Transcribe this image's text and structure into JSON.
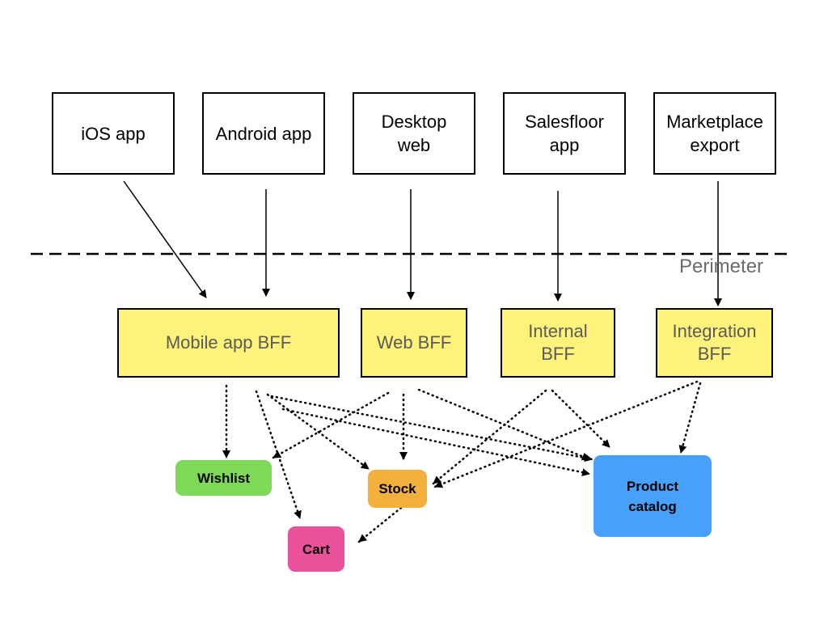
{
  "perimeter_label": "Perimeter",
  "clients": {
    "ios": "iOS app",
    "android": "Android app",
    "desktop": "Desktop\nweb",
    "salesfloor": "Salesfloor\napp",
    "marketplace": "Marketplace\nexport"
  },
  "bffs": {
    "mobile": "Mobile app BFF",
    "web": "Web BFF",
    "internal": "Internal\nBFF",
    "integration": "Integration\nBFF"
  },
  "services": {
    "wishlist": "Wishlist",
    "stock": "Stock",
    "cart": "Cart",
    "catalog": "Product\ncatalog"
  },
  "colors": {
    "bff_fill": "#fef27a",
    "wishlist": "#7ed957",
    "stock": "#f4b03d",
    "cart": "#ea519b",
    "catalog": "#47a0f9"
  }
}
